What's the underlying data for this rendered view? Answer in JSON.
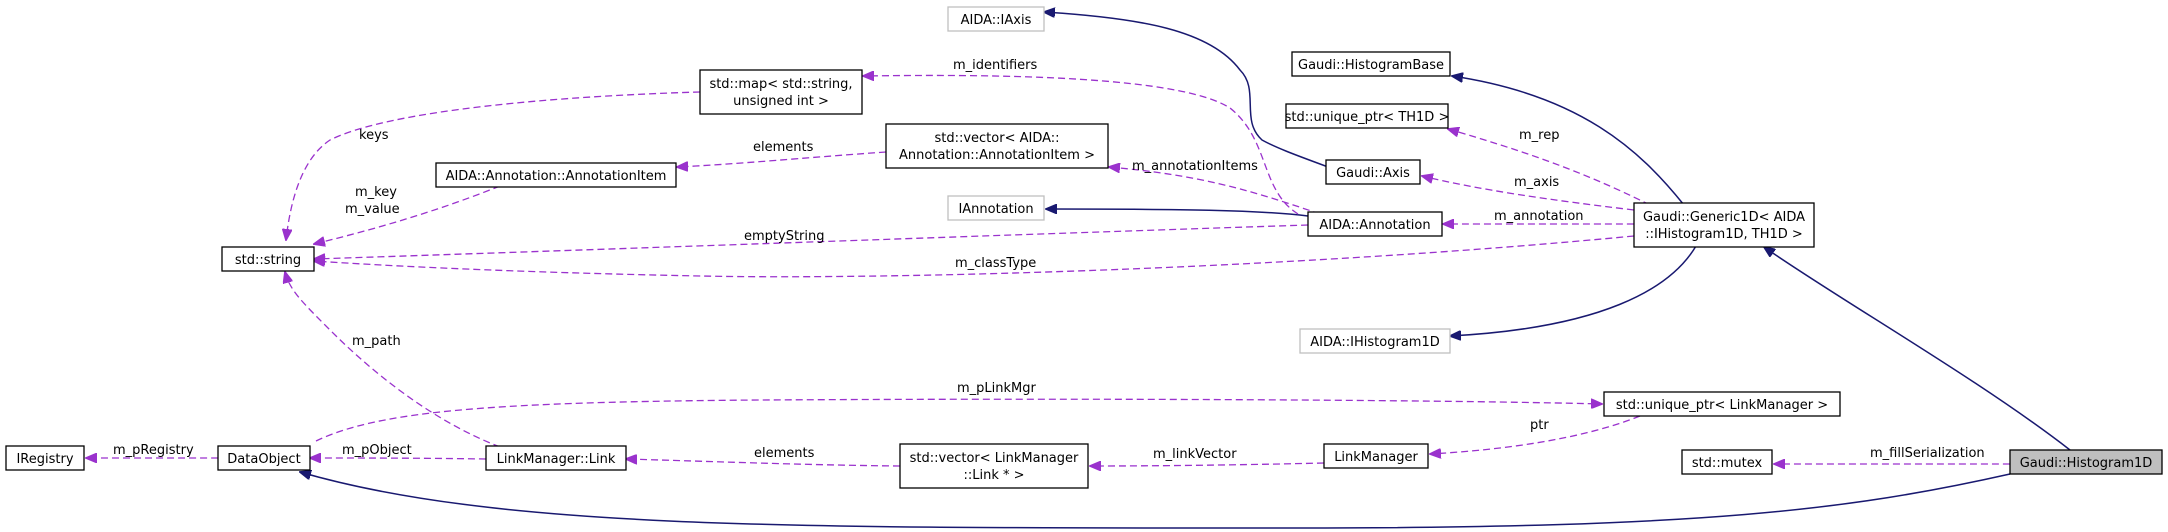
{
  "colors": {
    "inheritance_edge": "#191970",
    "usage_edge": "#9a32cd",
    "focus_fill": "#bfbfbf",
    "external_border": "#bfbfbf"
  },
  "nodes": {
    "iregistry": [
      "IRegistry"
    ],
    "dataobject": [
      "DataObject"
    ],
    "std_string": [
      "std::string"
    ],
    "annotation_item": [
      "AIDA::Annotation::AnnotationItem"
    ],
    "std_map": [
      "std::map< std::string,",
      "unsigned int >"
    ],
    "vector_annotation": [
      "std::vector< AIDA::",
      "Annotation::AnnotationItem >"
    ],
    "aida_iaxis": [
      "AIDA::IAxis"
    ],
    "iannotation": [
      "IAnnotation"
    ],
    "gaudi_axis": [
      "Gaudi::Axis"
    ],
    "histogram_base": [
      "Gaudi::HistogramBase"
    ],
    "unique_ptr_th1d": [
      "std::unique_ptr< TH1D >"
    ],
    "aida_annotation": [
      "AIDA::Annotation"
    ],
    "generic1d": [
      "Gaudi::Generic1D< AIDA",
      "::IHistogram1D, TH1D >"
    ],
    "aida_ihistogram1d": [
      "AIDA::IHistogram1D"
    ],
    "unique_ptr_linkmanager": [
      "std::unique_ptr< LinkManager >"
    ],
    "linkmanager_link": [
      "LinkManager::Link"
    ],
    "vector_link": [
      "std::vector< LinkManager",
      "::Link * >"
    ],
    "linkmanager": [
      "LinkManager"
    ],
    "std_mutex": [
      "std::mutex"
    ],
    "histogram1d": [
      "Gaudi::Histogram1D"
    ]
  },
  "edge_labels": {
    "m_identifiers": "m_identifiers",
    "keys": "keys",
    "elements_annotation": "elements",
    "m_key_value": [
      "m_key",
      "m_value"
    ],
    "m_annotationItems": "m_annotationItems",
    "emptyString": "emptyString",
    "m_classType": "m_classType",
    "m_rep": "m_rep",
    "m_axis": "m_axis",
    "m_annotation": "m_annotation",
    "m_path": "m_path",
    "m_pLinkMgr": "m_pLinkMgr",
    "ptr": "ptr",
    "m_pRegistry": "m_pRegistry",
    "m_pObject": "m_pObject",
    "elements_link": "elements",
    "m_linkVector": "m_linkVector",
    "m_fillSerialization": "m_fillSerialization"
  }
}
